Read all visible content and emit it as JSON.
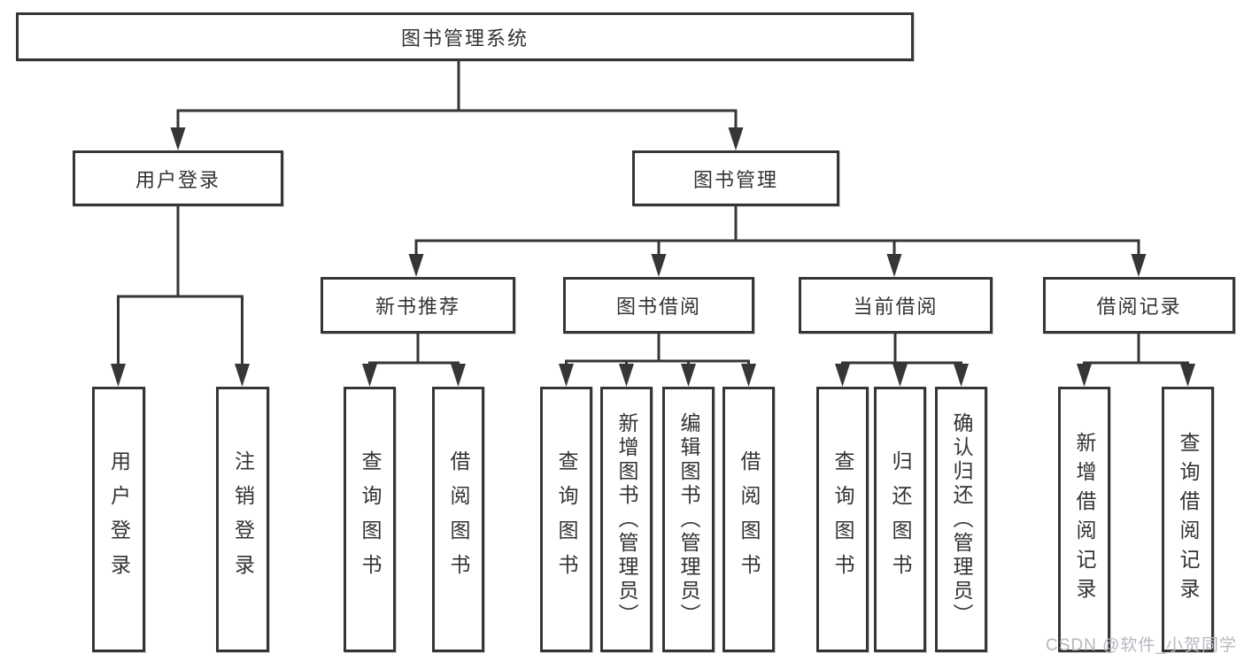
{
  "diagram": {
    "root": {
      "label": "图书管理系统",
      "children": [
        {
          "label": "用户登录",
          "children": [
            {
              "label": "用户登录"
            },
            {
              "label": "注销登录"
            }
          ]
        },
        {
          "label": "图书管理",
          "children": [
            {
              "label": "新书推荐",
              "children": [
                {
                  "label": "查询图书"
                },
                {
                  "label": "借阅图书"
                }
              ]
            },
            {
              "label": "图书借阅",
              "children": [
                {
                  "label": "查询图书"
                },
                {
                  "label": "新增图书（管理员）"
                },
                {
                  "label": "编辑图书（管理员）"
                },
                {
                  "label": "借阅图书"
                }
              ]
            },
            {
              "label": "当前借阅",
              "children": [
                {
                  "label": "查询图书"
                },
                {
                  "label": "归还图书"
                },
                {
                  "label": "确认归还（管理员）"
                }
              ]
            },
            {
              "label": "借阅记录",
              "children": [
                {
                  "label": "新增借阅记录"
                },
                {
                  "label": "查询借阅记录"
                }
              ]
            }
          ]
        }
      ]
    }
  },
  "watermark": {
    "text": "CSDN @软件_小贺同学"
  },
  "colors": {
    "line": "#363636",
    "text": "#333333",
    "background": "#ffffff",
    "watermark": "#b7b7bf"
  }
}
